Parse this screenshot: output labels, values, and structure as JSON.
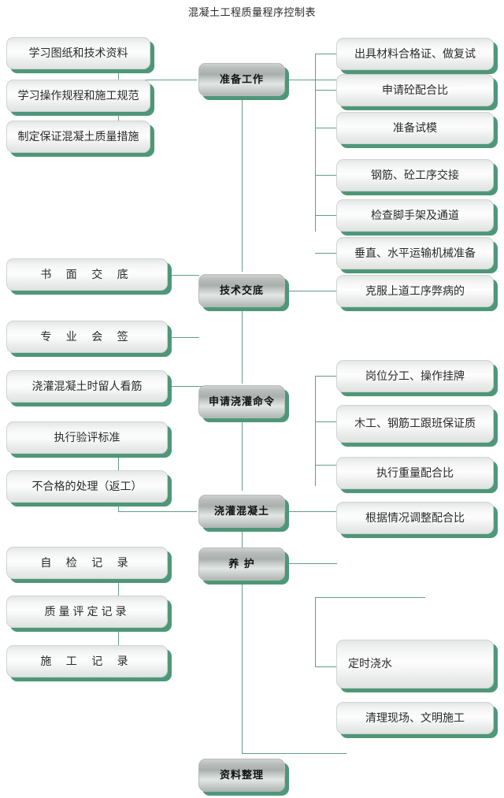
{
  "title": "混凝土工程质量程序控制表",
  "colors": {
    "accent_green": "#4e9778",
    "line_green": "#5f9e86",
    "box_face": "#fdfdfd",
    "metal_face": "#b9bebc",
    "text": "#2a2a2a",
    "background": "#ffffff"
  },
  "spine": {
    "stage1": "准备工作",
    "stage2": "技术交底",
    "stage3": "申请浇灌命令",
    "stage4": "浇灌混凝土",
    "stage5": "养 护",
    "stage6": "资料整理"
  },
  "left_column": {
    "prep": [
      "学习图纸和技术资料",
      "学习操作规程和施工规范",
      "制定保证混凝土质量措施"
    ],
    "disclosure": [
      "书 面 交 底",
      "专 业 会 签"
    ],
    "pour_request": [
      "浇灌混凝土时留人看筋",
      "执行验评标准",
      "不合格的处理（返工）"
    ],
    "records": [
      "自 检 记 录",
      "质量评定记录",
      "施 工 记 录"
    ]
  },
  "right_column": {
    "prep": [
      "出具材料合格证、做复试",
      "申请砼配合比",
      "准备试模",
      "钢筋、砼工序交接",
      "检查脚手架及通道",
      "垂直、水平运输机械准备"
    ],
    "disclosure": [
      "克服上道工序弊病的"
    ],
    "pouring": [
      "岗位分工、操作挂牌",
      "木工、钢筋工跟班保证质",
      "执行重量配合比",
      "根据情况调整配合比"
    ],
    "curing": [
      "定时浇水",
      "清理现场、文明施工"
    ]
  }
}
